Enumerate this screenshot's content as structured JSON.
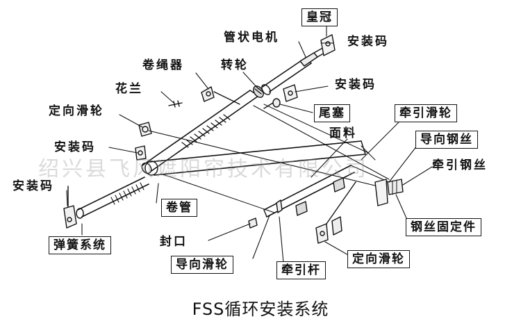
{
  "labels": {
    "crown": "皇冠",
    "tube_motor": "管状电机",
    "mount_code_top": "安装码",
    "rope_reel": "卷绳器",
    "pulley_wheel": "转轮",
    "mount_code_mid": "安装码",
    "flange": "花兰",
    "fixed_pulley_left": "定向滑轮",
    "tail_plug": "尾塞",
    "traction_pulley": "牵引滑轮",
    "fabric": "面料",
    "mount_code_left": "安装码",
    "guide_wire": "导向钢丝",
    "traction_wire": "牵引钢丝",
    "mount_code_far_left": "安装码",
    "roller_tube": "卷管",
    "wire_fixer": "钢丝固定件",
    "spring_system": "弹簧系统",
    "end_cap": "封口",
    "guide_pulley": "导向滑轮",
    "traction_rod": "牵引杆",
    "fixed_pulley_bottom": "定向滑轮"
  },
  "caption": "FSS循环安装系统",
  "watermark": "绍兴县飞风遮阳帘技术有限公司"
}
